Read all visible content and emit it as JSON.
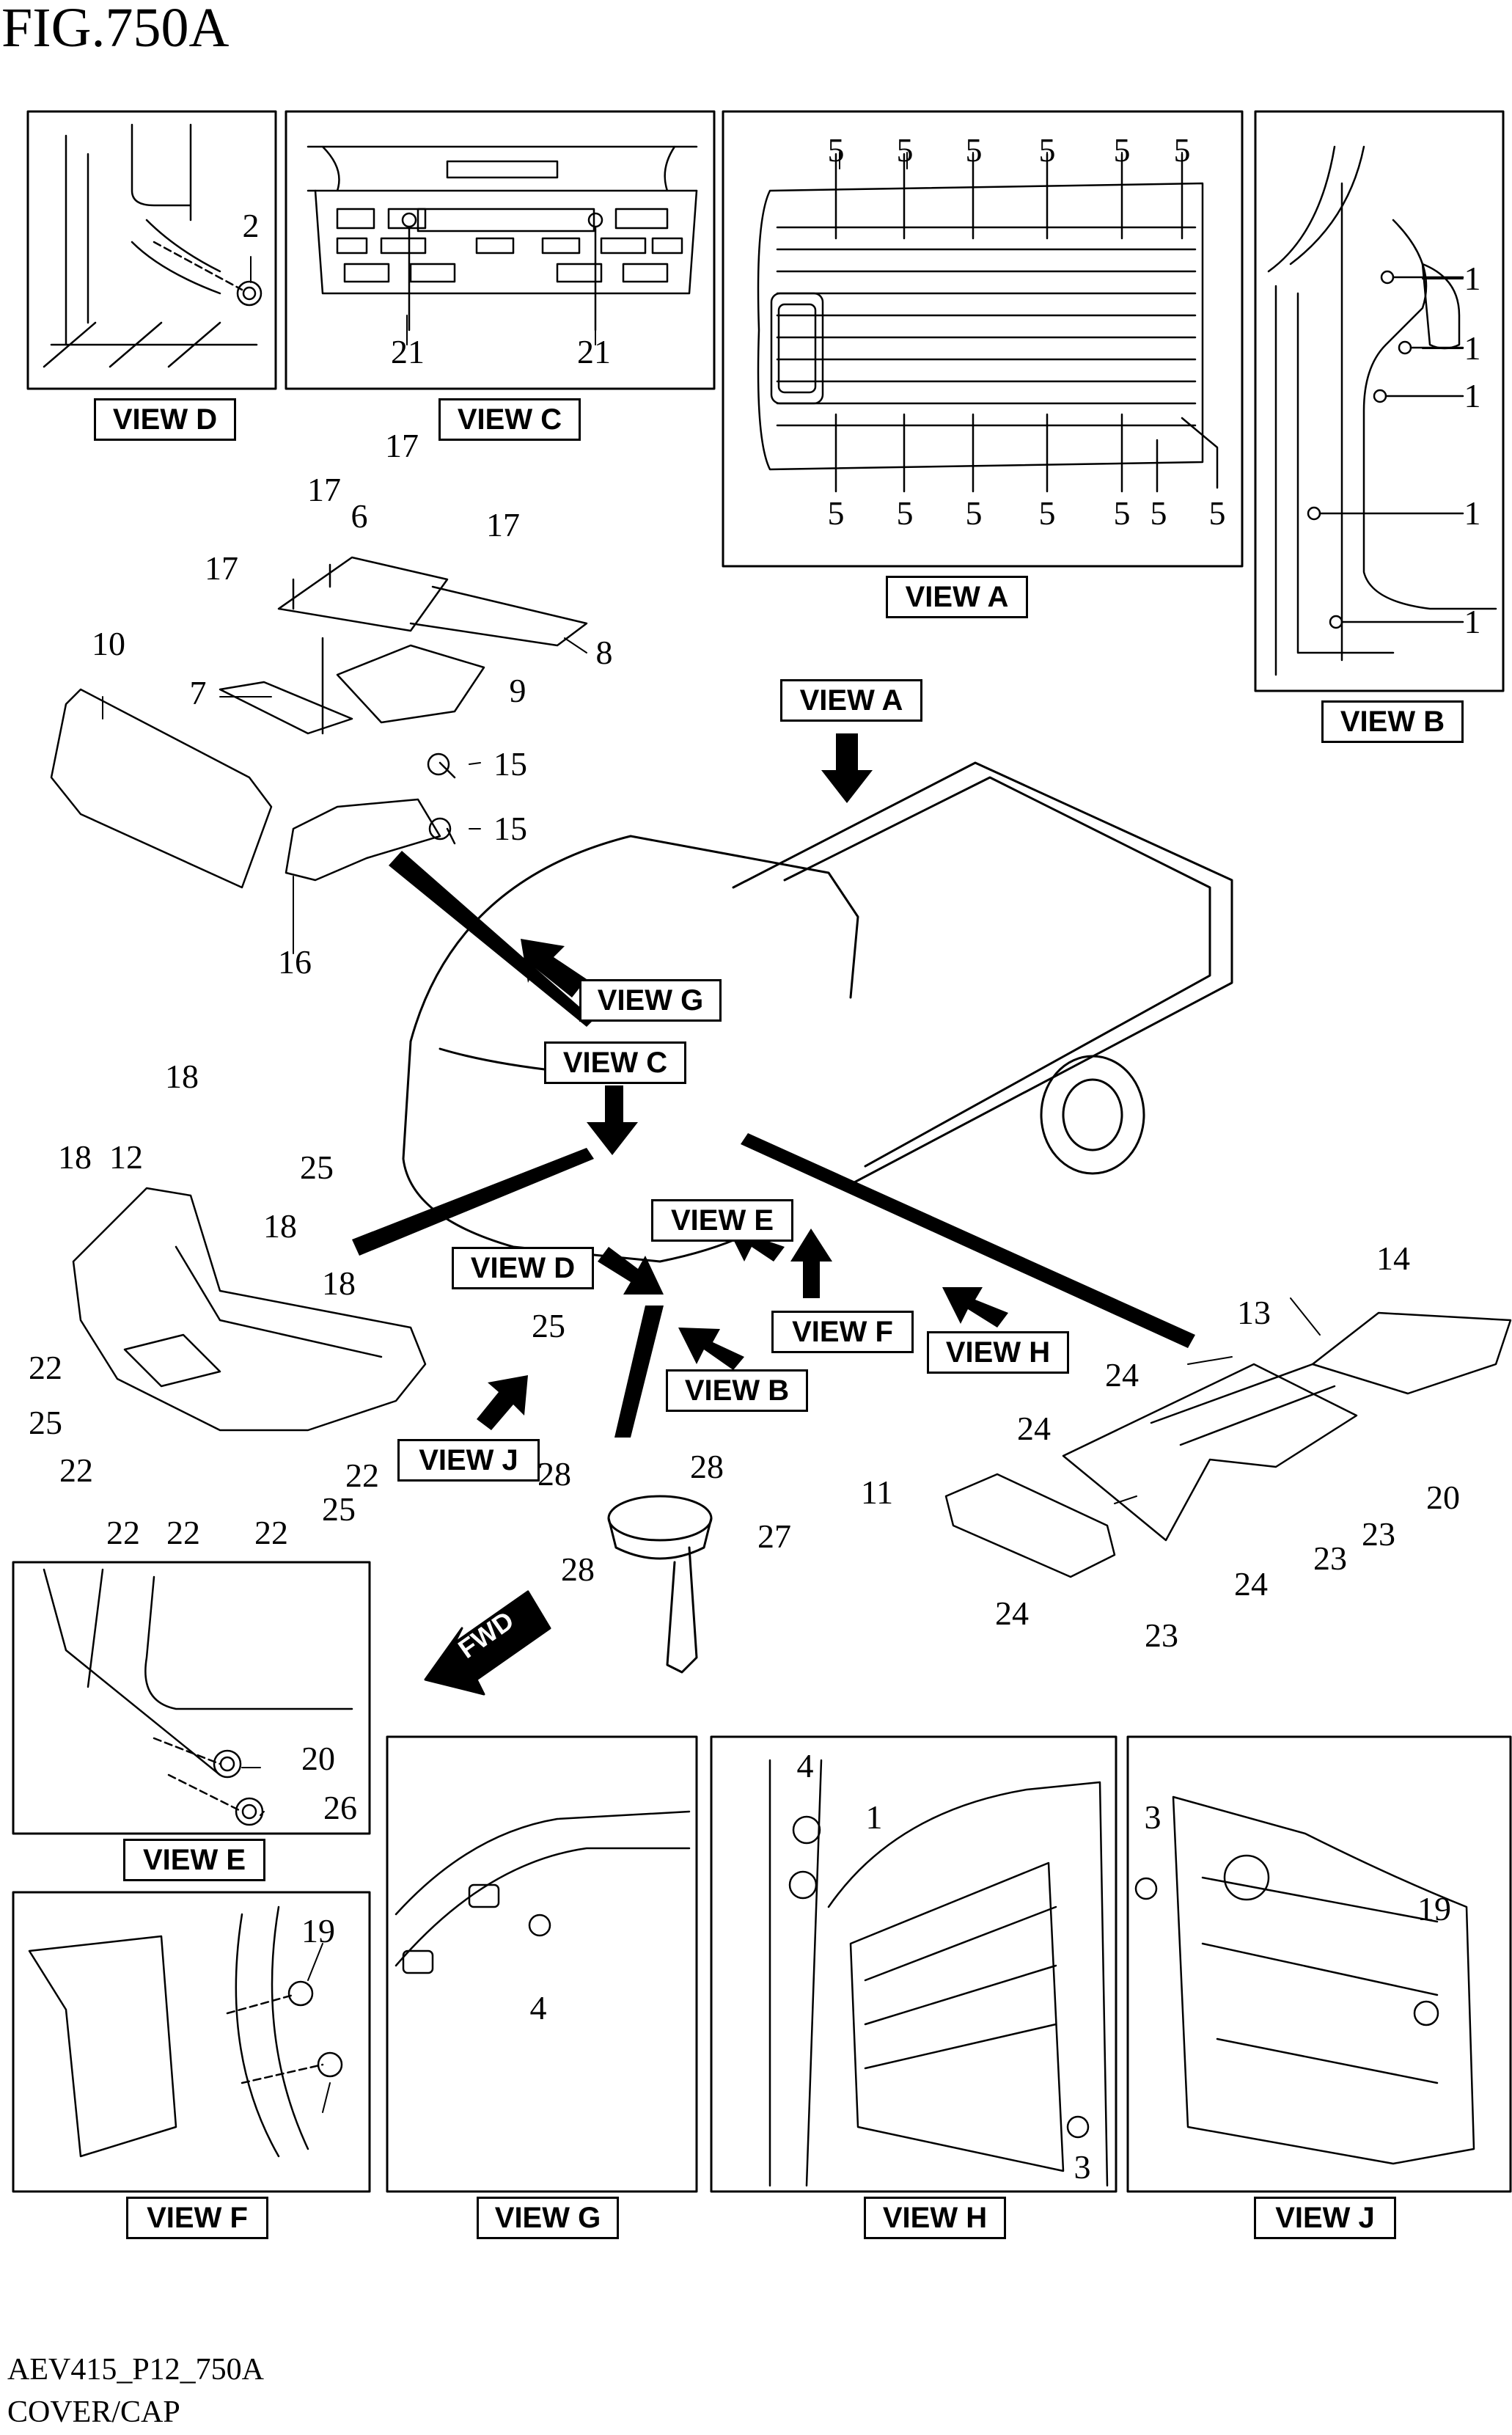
{
  "title": "FIG.750A",
  "footer": {
    "code": "AEV415_P12_750A",
    "caption": "COVER/CAP"
  },
  "fwd_label": "FWD",
  "view_labels": {
    "D": "VIEW D",
    "C": "VIEW C",
    "A": "VIEW A",
    "B": "VIEW B",
    "A2": "VIEW A",
    "G": "VIEW G",
    "C2": "VIEW C",
    "E2": "VIEW E",
    "D2": "VIEW D",
    "F2": "VIEW F",
    "H2": "VIEW H",
    "B2": "VIEW B",
    "J2": "VIEW J",
    "E": "VIEW E",
    "F": "VIEW F",
    "G3": "VIEW G",
    "H": "VIEW H",
    "J": "VIEW J"
  },
  "callouts": [
    "2",
    "21",
    "21",
    "5",
    "5",
    "5",
    "5",
    "5",
    "5",
    "5",
    "5",
    "5",
    "5",
    "5",
    "5",
    "5",
    "1",
    "1",
    "1",
    "1",
    "1",
    "17",
    "17",
    "17",
    "17",
    "6",
    "8",
    "9",
    "7",
    "10",
    "15",
    "15",
    "16",
    "18",
    "18",
    "12",
    "25",
    "18",
    "18",
    "25",
    "22",
    "25",
    "22",
    "22",
    "22",
    "22",
    "22",
    "25",
    "28",
    "28",
    "28",
    "27",
    "14",
    "13",
    "24",
    "24",
    "11",
    "24",
    "24",
    "23",
    "23",
    "23",
    "20",
    "20",
    "26",
    "4",
    "4",
    "1",
    "3",
    "3",
    "19",
    "19"
  ],
  "colors": {
    "ink": "#000000",
    "paper": "#ffffff"
  }
}
